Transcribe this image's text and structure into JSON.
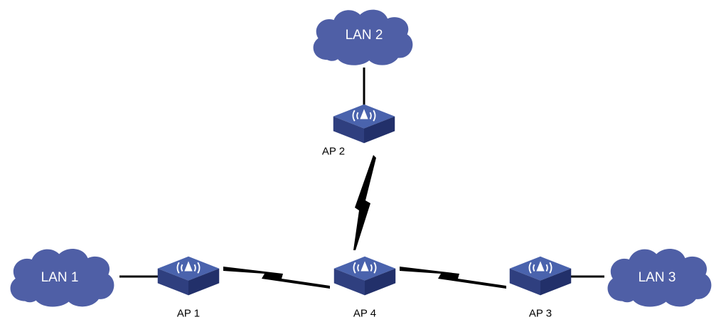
{
  "colors": {
    "cloud": "#4f5fa6",
    "ap_top": "#4a63ad",
    "ap_side_left": "#2f3f7f",
    "ap_side_right": "#22306a",
    "link": "#000000",
    "label": "#000000",
    "cloud_text": "#ffffff"
  },
  "lans": [
    {
      "id": "lan1",
      "label": "LAN 1"
    },
    {
      "id": "lan2",
      "label": "LAN 2"
    },
    {
      "id": "lan3",
      "label": "LAN 3"
    }
  ],
  "aps": [
    {
      "id": "ap1",
      "label": "AP 1",
      "icon": "wireless-ap-icon"
    },
    {
      "id": "ap2",
      "label": "AP 2",
      "icon": "wireless-ap-icon"
    },
    {
      "id": "ap3",
      "label": "AP 3",
      "icon": "wireless-ap-icon"
    },
    {
      "id": "ap4",
      "label": "AP 4",
      "icon": "wireless-ap-icon"
    }
  ],
  "links": [
    {
      "from": "lan1",
      "to": "ap1",
      "type": "wired"
    },
    {
      "from": "lan2",
      "to": "ap2",
      "type": "wired"
    },
    {
      "from": "lan3",
      "to": "ap3",
      "type": "wired"
    },
    {
      "from": "ap1",
      "to": "ap4",
      "type": "wireless"
    },
    {
      "from": "ap2",
      "to": "ap4",
      "type": "wireless"
    },
    {
      "from": "ap3",
      "to": "ap4",
      "type": "wireless"
    }
  ]
}
